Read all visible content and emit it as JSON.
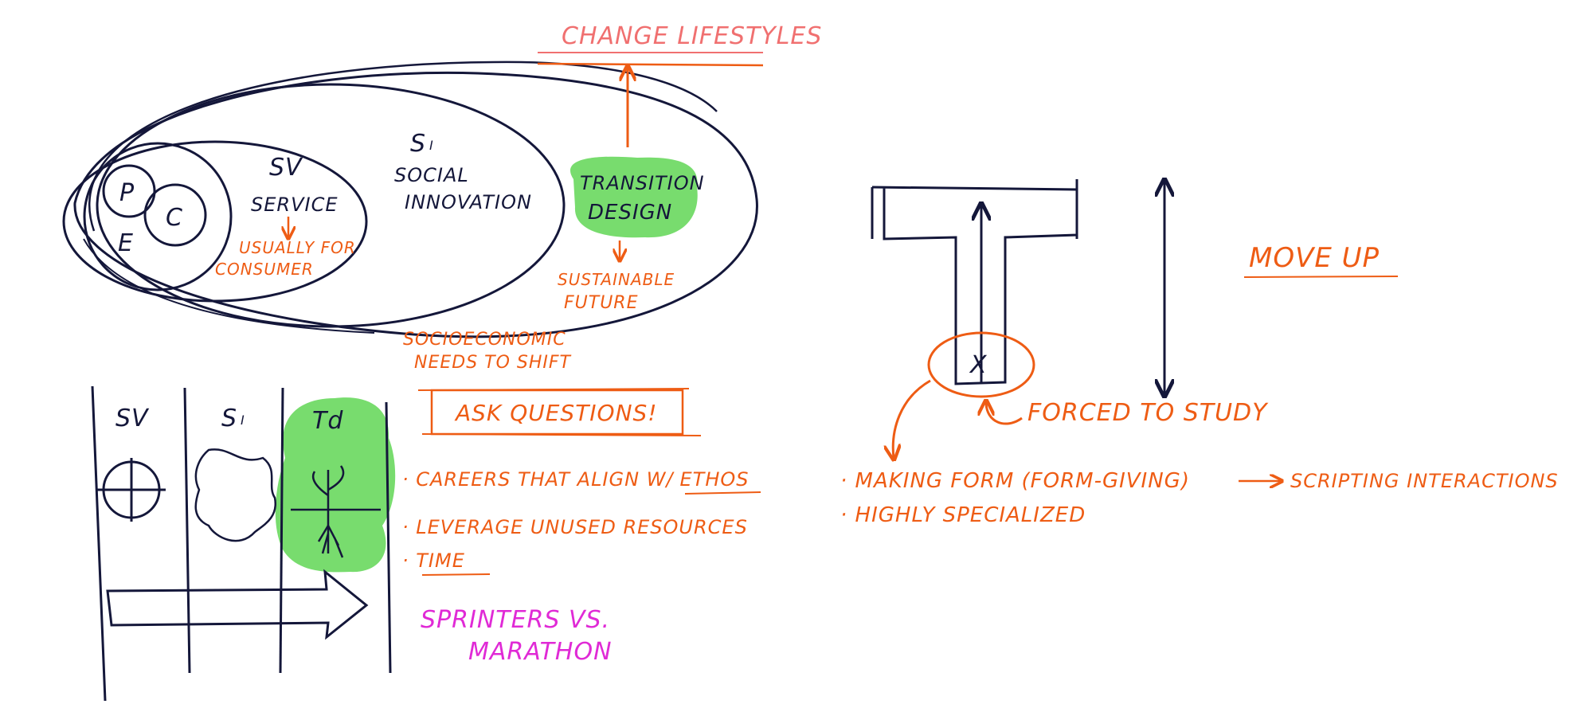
{
  "colors": {
    "ink": "#14173a",
    "orange": "#ee5c14",
    "magenta": "#e02ad6",
    "green": "#78dc6e",
    "pink": "#f07070"
  },
  "top": {
    "change_lifestyles": "CHANGE LIFESTYLES",
    "p": "P",
    "c": "C",
    "e": "E",
    "sv": "SV",
    "service": "SERVICE",
    "usually_for": "USUALLY FOR",
    "consumer": "CONSUMER",
    "si": "S",
    "si_sub": "I",
    "social": "SOCIAL",
    "innovation": "INNOVATION",
    "transition": "TRANSITION",
    "design": "DESIGN",
    "sustainable": "SUSTAINABLE",
    "future": "FUTURE",
    "socioeconomic": "SOCIOECONOMIC",
    "needs_to_shift": "NEEDS TO SHIFT"
  },
  "table": {
    "col_sv": "SV",
    "col_si": "S",
    "col_si_sub": "I",
    "col_td": "Td"
  },
  "notes": {
    "ask_questions": "ASK QUESTIONS!",
    "bullet1_a": "· CAREERS THAT ALIGN W/",
    "bullet1_b": "ETHOS",
    "bullet2": "· LEVERAGE UNUSED RESOURCES",
    "bullet3": "· TIME",
    "sprinters": "SPRINTERS  VS.",
    "marathon": "MARATHON"
  },
  "right": {
    "x_mark": "X",
    "forced_to_study": "FORCED TO STUDY",
    "move_up": "MOVE UP",
    "making_form": "· MAKING FORM   (FORM-GIVING)",
    "scripting": "SCRIPTING INTERACTIONS",
    "highly_specialized": "· HIGHLY SPECIALIZED"
  }
}
